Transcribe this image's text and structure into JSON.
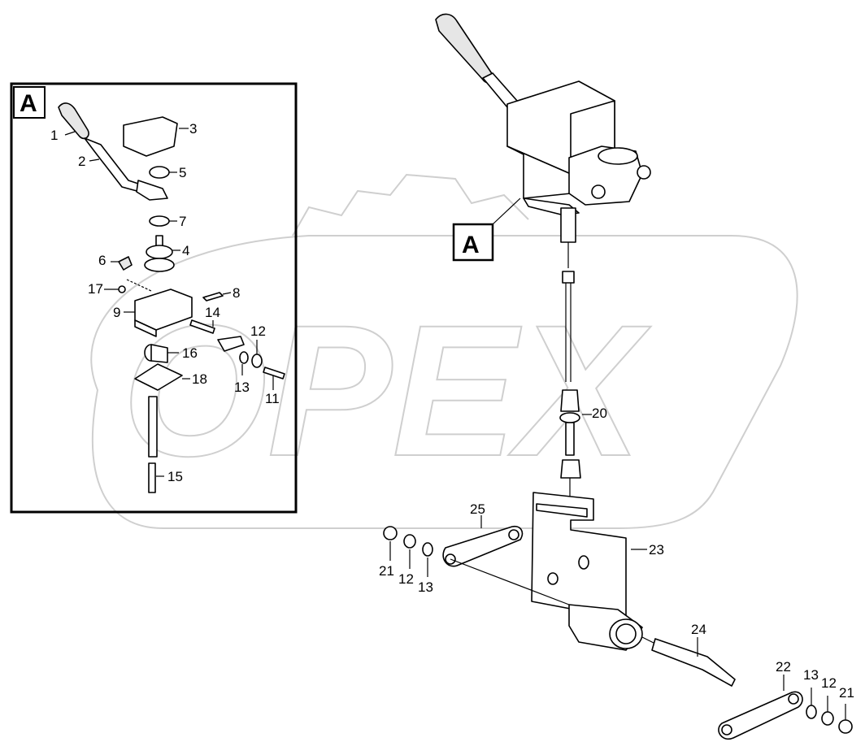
{
  "watermark": {
    "text": "OPEX"
  },
  "detail_box": {
    "label": "A"
  },
  "callout": {
    "label": "A"
  },
  "parts": {
    "p1": "1",
    "p2": "2",
    "p3": "3",
    "p4": "4",
    "p5": "5",
    "p6": "6",
    "p7": "7",
    "p8": "8",
    "p9": "9",
    "p11": "11",
    "p12": "12",
    "p13": "13",
    "p14": "14",
    "p15": "15",
    "p16": "16",
    "p17": "17",
    "p18": "18",
    "p20": "20",
    "p21a": "21",
    "p12a": "12",
    "p13a": "13",
    "p25": "25",
    "p23": "23",
    "p24": "24",
    "p22": "22",
    "p13b": "13",
    "p12b": "12",
    "p21b": "21"
  }
}
